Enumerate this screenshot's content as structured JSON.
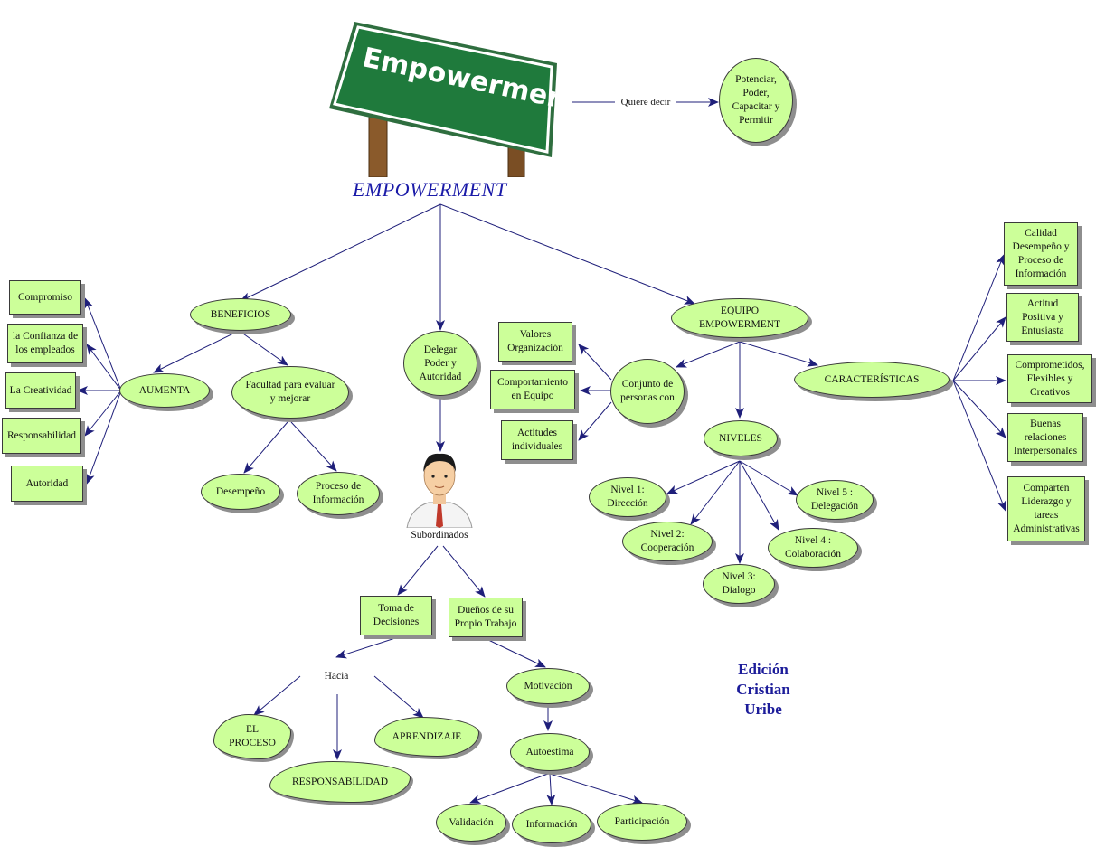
{
  "title": "EMPOWERMENT",
  "sign_text": "Empowerment",
  "link_label": "Quiere decir",
  "definition": "Potenciar, Poder, Capacitar y Permitir",
  "beneficios": {
    "label": "BENEFICIOS",
    "aumenta": "AUMENTA",
    "facultad": "Facultad para evaluar y mejorar",
    "aumenta_items": [
      "Compromiso",
      "la Confianza de los empleados",
      "La Creatividad",
      "Responsabilidad",
      "Autoridad"
    ],
    "facultad_items": [
      "Desempeño",
      "Proceso de Información"
    ]
  },
  "delegar": {
    "label": "Delegar Poder y Autoridad",
    "subordinados": "Subordinados",
    "toma": "Toma de Decisiones",
    "duenos": "Dueños de su Propio Trabajo",
    "hacia": "Hacia",
    "hacia_items": [
      "EL PROCESO",
      "RESPONSABILIDAD",
      "APRENDIZAJE"
    ],
    "motivacion": "Motivación",
    "autoestima": "Autoestima",
    "autoestima_items": [
      "Validación",
      "Información",
      "Participación"
    ]
  },
  "equipo": {
    "label": "EQUIPO EMPOWERMENT",
    "conjunto": "Conjunto de personas con",
    "conjunto_items": [
      "Valores Organización",
      "Comportamiento en Equipo",
      "Actitudes individuales"
    ],
    "niveles": "NIVELES",
    "nivel_items": [
      "Nivel 1: Dirección",
      "Nivel 2: Cooperación",
      "Nivel 3: Dialogo",
      "Nivel 4 : Colaboración",
      "Nivel 5 : Delegación"
    ],
    "caracteristicas": "CARACTERÍSTICAS",
    "caracteristicas_items": [
      "Calidad Desempeño y Proceso de Información",
      "Actitud Positiva y Entusiasta",
      "Comprometidos, Flexibles y Creativos",
      "Buenas relaciones Interpersonales",
      "Comparten Liderazgo y tareas Administrativas"
    ]
  },
  "credit": [
    "Edición",
    "Cristian",
    "Uribe"
  ],
  "colors": {
    "node_fill": "#ccff99",
    "arrow": "#1f1f7a",
    "title": "#1a1aa8",
    "sign_green": "#1f7a3c"
  }
}
